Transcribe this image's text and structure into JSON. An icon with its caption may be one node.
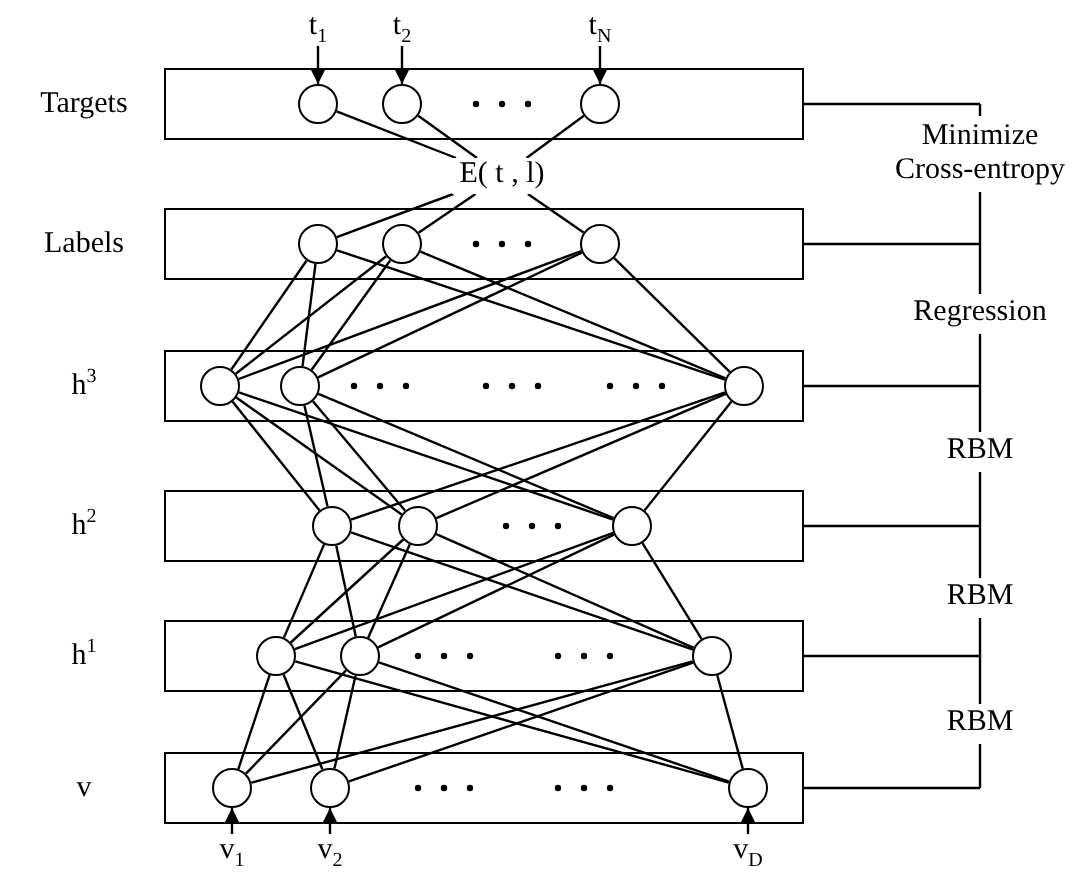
{
  "diagram": {
    "nodes": [
      {
        "text": [
          "Targets"
        ]
      },
      {
        "text": [],
        "shape": "circle",
        "in": 0
      },
      {
        "text": [],
        "shape": "circle",
        "in": 0
      },
      {
        "text": [],
        "shape": "circle",
        "in": 0
      },
      {
        "text": [
          "Labels"
        ]
      },
      {
        "text": [],
        "shape": "circle",
        "in": 4
      },
      {
        "text": [],
        "shape": "circle",
        "in": 4
      },
      {
        "text": [],
        "shape": "circle",
        "in": 4
      },
      {
        "text": [
          "h$^{3}$"
        ]
      },
      {
        "text": [],
        "shape": "circle",
        "in": 8
      },
      {
        "text": [],
        "shape": "circle",
        "in": 8
      },
      {
        "text": [],
        "shape": "circle",
        "in": 8
      },
      {
        "text": [
          "h$^{2}$"
        ]
      },
      {
        "text": [],
        "shape": "circle",
        "in": 12
      },
      {
        "text": [],
        "shape": "circle",
        "in": 12
      },
      {
        "text": [],
        "shape": "circle",
        "in": 12
      },
      {
        "text": [
          "h$^{1}$"
        ]
      },
      {
        "text": [],
        "shape": "circle",
        "in": 16
      },
      {
        "text": [],
        "shape": "circle",
        "in": 16
      },
      {
        "text": [],
        "shape": "circle",
        "in": 16
      },
      {
        "text": [
          "v"
        ]
      },
      {
        "text": [],
        "shape": "circle",
        "in": 20
      },
      {
        "text": [],
        "shape": "circle",
        "in": 20
      },
      {
        "text": [],
        "shape": "circle",
        "in": 20
      },
      {
        "text": [
          "t$_{1}$"
        ]
      },
      {
        "text": [
          "t$_{2}$"
        ]
      },
      {
        "text": [
          "t$_{N}$"
        ]
      },
      {
        "text": [
          "E( t , l)"
        ]
      },
      {
        "text": [
          "v$_{1}$"
        ]
      },
      {
        "text": [
          "v$_{2}$"
        ]
      },
      {
        "text": [
          "v$_{D}$"
        ]
      }
    ],
    "edges": [
      {
        "from": 24,
        "to": 1,
        "arrow": "to"
      },
      {
        "from": 25,
        "to": 2,
        "arrow": "to"
      },
      {
        "from": 26,
        "to": 3,
        "arrow": "to"
      },
      {
        "from": 1,
        "to": 27,
        "arrow": "none"
      },
      {
        "from": 2,
        "to": 27,
        "arrow": "none"
      },
      {
        "from": 3,
        "to": 27,
        "arrow": "none"
      },
      {
        "from": 27,
        "to": 5,
        "arrow": "none"
      },
      {
        "from": 27,
        "to": 6,
        "arrow": "none"
      },
      {
        "from": 27,
        "to": 7,
        "arrow": "none"
      },
      {
        "from": 5,
        "to": 9,
        "arrow": "none"
      },
      {
        "from": 5,
        "to": 10,
        "arrow": "none"
      },
      {
        "from": 5,
        "to": 11,
        "arrow": "none"
      },
      {
        "from": 6,
        "to": 9,
        "arrow": "none"
      },
      {
        "from": 6,
        "to": 10,
        "arrow": "none"
      },
      {
        "from": 6,
        "to": 11,
        "arrow": "none"
      },
      {
        "from": 7,
        "to": 9,
        "arrow": "none"
      },
      {
        "from": 7,
        "to": 10,
        "arrow": "none"
      },
      {
        "from": 7,
        "to": 11,
        "arrow": "none"
      },
      {
        "from": 9,
        "to": 13,
        "arrow": "none"
      },
      {
        "from": 9,
        "to": 14,
        "arrow": "none"
      },
      {
        "from": 9,
        "to": 15,
        "arrow": "none"
      },
      {
        "from": 10,
        "to": 13,
        "arrow": "none"
      },
      {
        "from": 10,
        "to": 14,
        "arrow": "none"
      },
      {
        "from": 10,
        "to": 15,
        "arrow": "none"
      },
      {
        "from": 11,
        "to": 13,
        "arrow": "none"
      },
      {
        "from": 11,
        "to": 14,
        "arrow": "none"
      },
      {
        "from": 11,
        "to": 15,
        "arrow": "none"
      },
      {
        "from": 13,
        "to": 17,
        "arrow": "none"
      },
      {
        "from": 13,
        "to": 18,
        "arrow": "none"
      },
      {
        "from": 13,
        "to": 19,
        "arrow": "none"
      },
      {
        "from": 14,
        "to": 17,
        "arrow": "none"
      },
      {
        "from": 14,
        "to": 18,
        "arrow": "none"
      },
      {
        "from": 14,
        "to": 19,
        "arrow": "none"
      },
      {
        "from": 15,
        "to": 17,
        "arrow": "none"
      },
      {
        "from": 15,
        "to": 18,
        "arrow": "none"
      },
      {
        "from": 15,
        "to": 19,
        "arrow": "none"
      },
      {
        "from": 17,
        "to": 21,
        "arrow": "none"
      },
      {
        "from": 17,
        "to": 22,
        "arrow": "none"
      },
      {
        "from": 17,
        "to": 23,
        "arrow": "none"
      },
      {
        "from": 18,
        "to": 21,
        "arrow": "none"
      },
      {
        "from": 18,
        "to": 22,
        "arrow": "none"
      },
      {
        "from": 18,
        "to": 23,
        "arrow": "none"
      },
      {
        "from": 19,
        "to": 21,
        "arrow": "none"
      },
      {
        "from": 19,
        "to": 22,
        "arrow": "none"
      },
      {
        "from": 19,
        "to": 23,
        "arrow": "none"
      },
      {
        "from": 28,
        "to": 21,
        "arrow": "to"
      },
      {
        "from": 29,
        "to": 22,
        "arrow": "to"
      },
      {
        "from": 30,
        "to": 23,
        "arrow": "to"
      }
    ],
    "labels": [
      "Minimize Cross-entropy",
      "Regression",
      "RBM",
      "RBM",
      "RBM"
    ]
  }
}
